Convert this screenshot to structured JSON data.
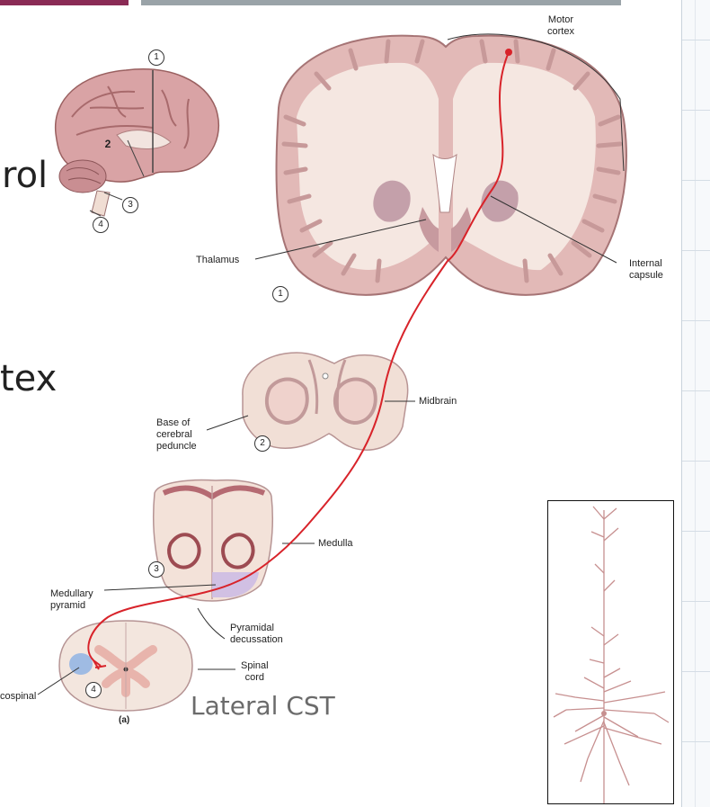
{
  "slide_text": {
    "left_word_top": "rol",
    "left_word_bottom": "tex"
  },
  "labels": {
    "motor_cortex_1": "Motor",
    "motor_cortex_2": "cortex",
    "thalamus": "Thalamus",
    "internal_capsule_1": "Internal",
    "internal_capsule_2": "capsule",
    "midbrain": "Midbrain",
    "base_peduncle_1": "Base of",
    "base_peduncle_2": "cerebral",
    "base_peduncle_3": "peduncle",
    "medulla": "Medulla",
    "medullary_pyramid_1": "Medullary",
    "medullary_pyramid_2": "pyramid",
    "pyramidal_decussation_1": "Pyramidal",
    "pyramidal_decussation_2": "decussation",
    "spinal_cord_1": "Spinal",
    "spinal_cord_2": "cord",
    "corticospinal": "cospinal",
    "figure_letter": "(a)"
  },
  "section_numbers": {
    "n1": "1",
    "n2": "2",
    "n3": "3",
    "n4": "4"
  },
  "caption": "Lateral CST",
  "colors": {
    "tract_red": "#d8232a",
    "brain_pink": "#d9a9a9",
    "white_matter": "#f4e6df",
    "accent_top_bar": "#8a2b55"
  }
}
